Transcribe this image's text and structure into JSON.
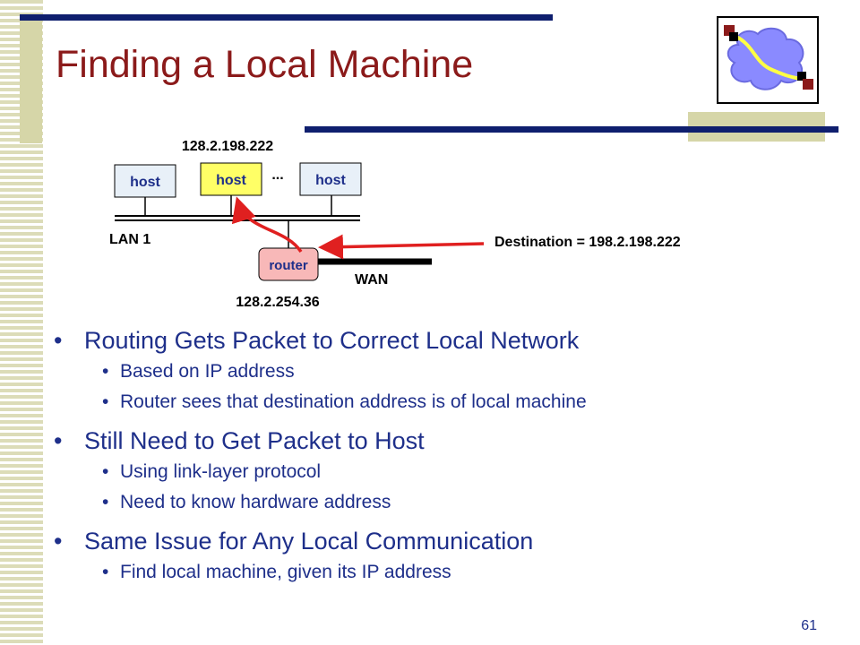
{
  "slide": {
    "title": "Finding a Local Machine",
    "page_number": "61"
  },
  "diagram": {
    "host_left_label": "host",
    "host_mid_label": "host",
    "host_right_label": "host",
    "ellipsis": "...",
    "host_ip": "128.2.198.222",
    "lan_label": "LAN 1",
    "router_label": "router",
    "router_ip": "128.2.254.36",
    "wan_label": "WAN",
    "destination": "Destination = 198.2.198.222",
    "colors": {
      "host_fill": "#e8f0f8",
      "host_highlight_fill": "#ffff66",
      "router_fill": "#f8b8b8",
      "arrow": "#e02020",
      "host_label": "#1e2f8a",
      "router_label": "#1e2f8a"
    }
  },
  "bullets": [
    {
      "text": "Routing Gets Packet to Correct Local Network",
      "sub": [
        "Based on IP address",
        "Router sees that destination address is of local machine"
      ]
    },
    {
      "text": "Still Need to Get Packet to Host",
      "sub": [
        "Using link-layer protocol",
        "Need to know hardware address"
      ]
    },
    {
      "text": "Same Issue for Any Local Communication",
      "sub": [
        "Find local machine, given its IP address"
      ]
    }
  ]
}
